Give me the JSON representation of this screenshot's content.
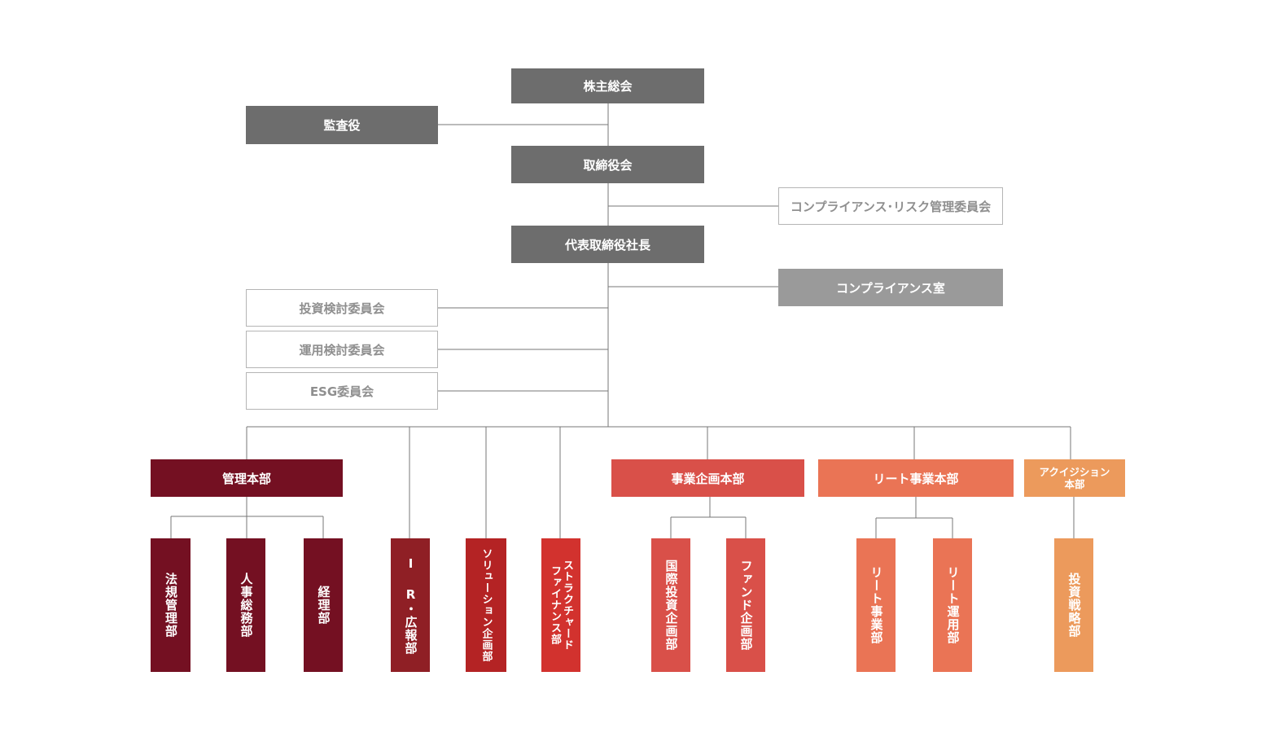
{
  "governance": {
    "shareholders": "株主総会",
    "auditor": "監査役",
    "board": "取締役会",
    "risk_committee": "コンプライアンス･リスク管理委員会",
    "president": "代表取締役社長",
    "compliance_office": "コンプライアンス室"
  },
  "committees": {
    "investment_review": "投資検討委員会",
    "operation_review": "運用検討委員会",
    "esg": "ESG委員会"
  },
  "divisions": {
    "admin": "管理本部",
    "business_planning": "事業企画本部",
    "reit": "リート事業本部",
    "acquisition": "アクイジション\n本部"
  },
  "departments": {
    "legal": "法規管理部",
    "hr": "人事総務部",
    "accounting": "経理部",
    "ir": "I R・広報部",
    "solution": "ソリューション企画部",
    "structured": "ストラクチャード\nファイナンス部",
    "intl_investment": "国際投資企画部",
    "fund_planning": "ファンド企画部",
    "reit_business": "リート事業部",
    "reit_operation": "リート運用部",
    "investment_strategy": "投資戦略部"
  },
  "colors": {
    "governance": "#6d6d6d",
    "compliance_office": "#9a9a9a",
    "admin": "#741022",
    "ir": "#8f1f25",
    "solution": "#b42324",
    "structured": "#d2322e",
    "business_planning": "#d95049",
    "reit": "#ea7455",
    "acquisition": "#ec9a5c",
    "connector": "#777777"
  }
}
